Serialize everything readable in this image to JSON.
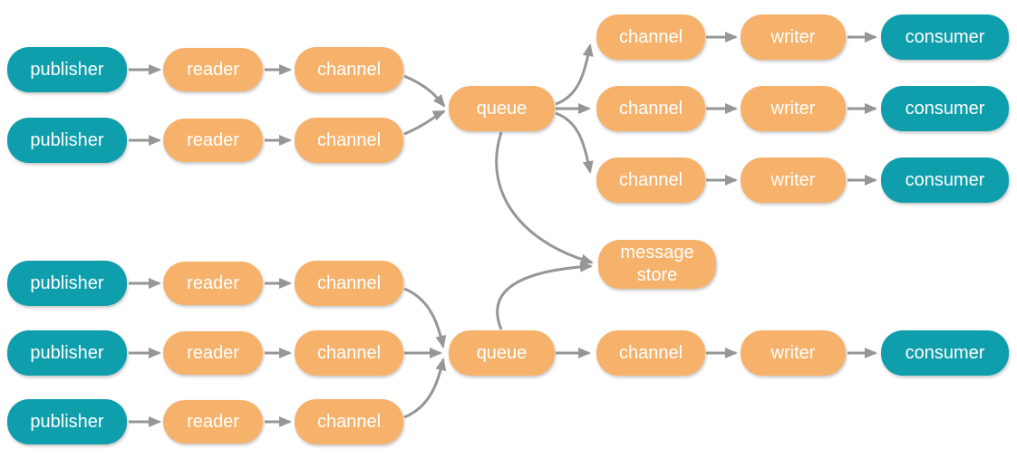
{
  "diagram": {
    "type": "flow-diagram",
    "colors": {
      "publisher_consumer": "#0f9eac",
      "processing": "#f6b26b",
      "arrow": "#969696",
      "label_text": "#ffffff",
      "background": "#ffffff"
    },
    "nodes": [
      {
        "id": "publisher-top-1",
        "label": "publisher",
        "type": "publisher"
      },
      {
        "id": "publisher-top-2",
        "label": "publisher",
        "type": "publisher"
      },
      {
        "id": "reader-top-1",
        "label": "reader",
        "type": "reader"
      },
      {
        "id": "reader-top-2",
        "label": "reader",
        "type": "reader"
      },
      {
        "id": "channel-in-top-1",
        "label": "channel",
        "type": "channel"
      },
      {
        "id": "channel-in-top-2",
        "label": "channel",
        "type": "channel"
      },
      {
        "id": "queue-top",
        "label": "queue",
        "type": "queue"
      },
      {
        "id": "channel-out-top-1",
        "label": "channel",
        "type": "channel"
      },
      {
        "id": "channel-out-top-2",
        "label": "channel",
        "type": "channel"
      },
      {
        "id": "channel-out-top-3",
        "label": "channel",
        "type": "channel"
      },
      {
        "id": "writer-top-1",
        "label": "writer",
        "type": "writer"
      },
      {
        "id": "writer-top-2",
        "label": "writer",
        "type": "writer"
      },
      {
        "id": "writer-top-3",
        "label": "writer",
        "type": "writer"
      },
      {
        "id": "consumer-top-1",
        "label": "consumer",
        "type": "consumer"
      },
      {
        "id": "consumer-top-2",
        "label": "consumer",
        "type": "consumer"
      },
      {
        "id": "consumer-top-3",
        "label": "consumer",
        "type": "consumer"
      },
      {
        "id": "message-store",
        "label": "message store",
        "type": "message-store"
      },
      {
        "id": "publisher-bottom-1",
        "label": "publisher",
        "type": "publisher"
      },
      {
        "id": "publisher-bottom-2",
        "label": "publisher",
        "type": "publisher"
      },
      {
        "id": "publisher-bottom-3",
        "label": "publisher",
        "type": "publisher"
      },
      {
        "id": "reader-bottom-1",
        "label": "reader",
        "type": "reader"
      },
      {
        "id": "reader-bottom-2",
        "label": "reader",
        "type": "reader"
      },
      {
        "id": "reader-bottom-3",
        "label": "reader",
        "type": "reader"
      },
      {
        "id": "channel-in-bottom-1",
        "label": "channel",
        "type": "channel"
      },
      {
        "id": "channel-in-bottom-2",
        "label": "channel",
        "type": "channel"
      },
      {
        "id": "channel-in-bottom-3",
        "label": "channel",
        "type": "channel"
      },
      {
        "id": "queue-bottom",
        "label": "queue",
        "type": "queue"
      },
      {
        "id": "channel-out-bottom",
        "label": "channel",
        "type": "channel"
      },
      {
        "id": "writer-bottom",
        "label": "writer",
        "type": "writer"
      },
      {
        "id": "consumer-bottom",
        "label": "consumer",
        "type": "consumer"
      }
    ],
    "edges": [
      {
        "from": "publisher-top-1",
        "to": "reader-top-1"
      },
      {
        "from": "reader-top-1",
        "to": "channel-in-top-1"
      },
      {
        "from": "publisher-top-2",
        "to": "reader-top-2"
      },
      {
        "from": "reader-top-2",
        "to": "channel-in-top-2"
      },
      {
        "from": "channel-in-top-1",
        "to": "queue-top"
      },
      {
        "from": "channel-in-top-2",
        "to": "queue-top"
      },
      {
        "from": "queue-top",
        "to": "channel-out-top-1"
      },
      {
        "from": "queue-top",
        "to": "channel-out-top-2"
      },
      {
        "from": "queue-top",
        "to": "channel-out-top-3"
      },
      {
        "from": "channel-out-top-1",
        "to": "writer-top-1"
      },
      {
        "from": "writer-top-1",
        "to": "consumer-top-1"
      },
      {
        "from": "channel-out-top-2",
        "to": "writer-top-2"
      },
      {
        "from": "writer-top-2",
        "to": "consumer-top-2"
      },
      {
        "from": "channel-out-top-3",
        "to": "writer-top-3"
      },
      {
        "from": "writer-top-3",
        "to": "consumer-top-3"
      },
      {
        "from": "queue-top",
        "to": "message-store"
      },
      {
        "from": "queue-bottom",
        "to": "message-store"
      },
      {
        "from": "publisher-bottom-1",
        "to": "reader-bottom-1"
      },
      {
        "from": "reader-bottom-1",
        "to": "channel-in-bottom-1"
      },
      {
        "from": "publisher-bottom-2",
        "to": "reader-bottom-2"
      },
      {
        "from": "reader-bottom-2",
        "to": "channel-in-bottom-2"
      },
      {
        "from": "publisher-bottom-3",
        "to": "reader-bottom-3"
      },
      {
        "from": "reader-bottom-3",
        "to": "channel-in-bottom-3"
      },
      {
        "from": "channel-in-bottom-1",
        "to": "queue-bottom"
      },
      {
        "from": "channel-in-bottom-2",
        "to": "queue-bottom"
      },
      {
        "from": "channel-in-bottom-3",
        "to": "queue-bottom"
      },
      {
        "from": "queue-bottom",
        "to": "channel-out-bottom"
      },
      {
        "from": "channel-out-bottom",
        "to": "writer-bottom"
      },
      {
        "from": "writer-bottom",
        "to": "consumer-bottom"
      }
    ]
  }
}
